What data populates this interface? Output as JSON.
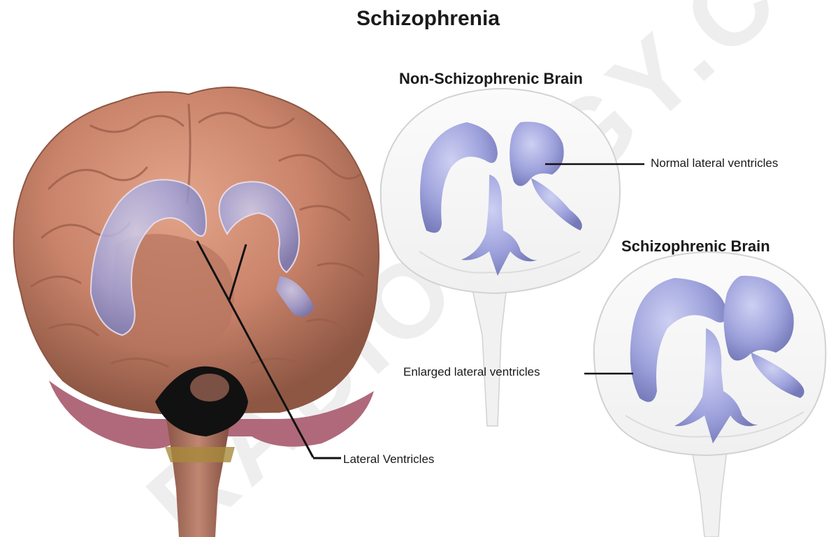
{
  "title": "Schizophrenia",
  "panels": {
    "normal": {
      "heading": "Non-Schizophrenic Brain",
      "callout": "Normal lateral ventricles"
    },
    "schizophrenic": {
      "heading": "Schizophrenic Brain",
      "callout": "Enlarged lateral ventricles"
    }
  },
  "main_brain": {
    "callout": "Lateral Ventricles"
  },
  "watermark": "RADIOLOGY.CO",
  "colors": {
    "cortex": "#c9836a",
    "ventricle": "#9ea2dc",
    "outline": "#cccccc",
    "leader": "#111111",
    "watermark": "#d4d4d4"
  }
}
